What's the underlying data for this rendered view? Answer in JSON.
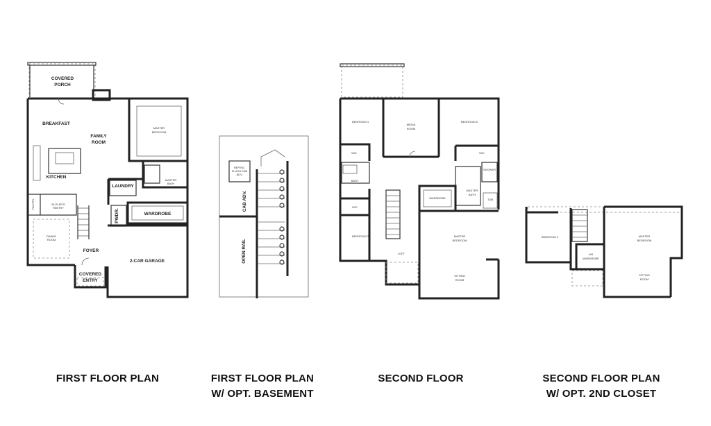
{
  "captions": {
    "first_floor": [
      "FIRST FLOOR PLAN"
    ],
    "first_floor_basement": [
      "FIRST FLOOR PLAN",
      "W/ OPT. BASEMENT"
    ],
    "second_floor": [
      "SECOND FLOOR"
    ],
    "second_floor_closet": [
      "SECOND FLOOR PLAN",
      "W/ OPT. 2ND CLOSET"
    ]
  },
  "first_floor_rooms": {
    "covered_porch": [
      "COVERED",
      "PORCH"
    ],
    "breakfast": "BREAKFAST",
    "family_room": [
      "FAMILY",
      "ROOM"
    ],
    "master_bedroom": [
      "MASTER",
      "BEDROOM"
    ],
    "kitchen": "KITCHEN",
    "master_bath": [
      "MASTER",
      "BATH"
    ],
    "laundry": "LAUNDRY",
    "pantry": "PANTRY",
    "butlers_pantry": [
      "BUTLER'S",
      "PANTRY"
    ],
    "pwdr": "PWDR.",
    "wardrobe": "WARDROBE",
    "dining_room": [
      "DINING",
      "ROOM"
    ],
    "foyer": "FOYER",
    "garage": "2-CAR GARAGE",
    "covered_entry": [
      "COVERED",
      "ENTRY"
    ]
  },
  "basement_rooms": {
    "cab_adv": "CAB ADV.",
    "open_rail": "OPEN RAIL",
    "note": [
      "REFRIG.",
      "FLUSH CAB",
      "ADV."
    ]
  },
  "second_floor_rooms": {
    "bedroom4": "BEDROOM 4",
    "media_room": [
      "MEDIA",
      "ROOM"
    ],
    "bedroom5": "BEDROOM 5",
    "wic_left": "WIC",
    "wic_right": "WIC",
    "bath": "BATH",
    "shower": "SHOWER",
    "wardrobe": "WARDROBE",
    "master_bath": [
      "MASTER",
      "BATH"
    ],
    "tub": "TUB",
    "wic_lower": "WIC",
    "bedroom3": "BEDROOM 3",
    "master_bedroom": [
      "MASTER",
      "BEDROOM"
    ],
    "loft": "LOFT",
    "sitting_room": [
      "SITTING",
      "ROOM"
    ]
  },
  "closet_rooms": {
    "bedroom2": "BEDROOM 2",
    "master_bedroom": [
      "MASTER",
      "BEDROOM"
    ],
    "his_wardrobe": [
      "HIS",
      "WARDROBE"
    ],
    "sitting_room": [
      "SITTING",
      "ROOM"
    ]
  }
}
